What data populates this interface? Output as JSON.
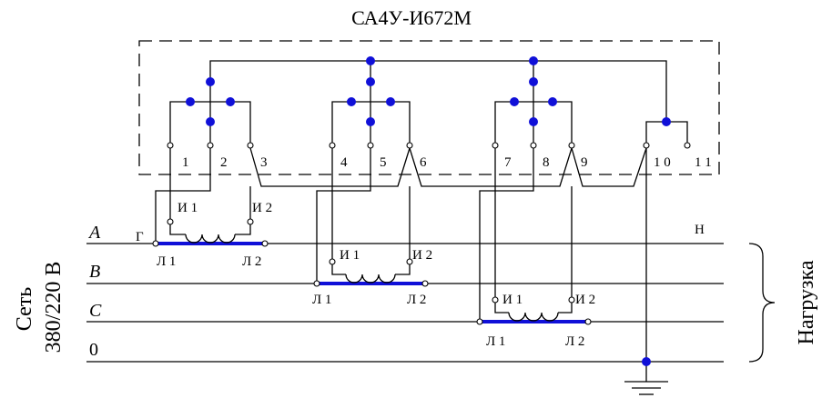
{
  "title": "СА4У-И672М",
  "terminals": [
    "1",
    "2",
    "3",
    "4",
    "5",
    "6",
    "7",
    "8",
    "9",
    "1 0",
    "1 1"
  ],
  "lines": {
    "a": "A",
    "b": "B",
    "c": "C",
    "zero": "0"
  },
  "line_a_start": "Г",
  "line_a_end": "Н",
  "transformers": [
    {
      "i1": "И 1",
      "i2": "И 2",
      "l1": "Л 1",
      "l2": "Л 2"
    },
    {
      "i1": "И 1",
      "i2": "И 2",
      "l1": "Л 1",
      "l2": "Л 2"
    },
    {
      "i1": "И 1",
      "i2": "И 2",
      "l1": "Л 1",
      "l2": "Л 2"
    }
  ],
  "network_label": "Сеть",
  "voltage_label": "380/220 В",
  "load_label": "Нагрузка",
  "colors": {
    "node": "#1010d8",
    "wire": "#000000"
  }
}
